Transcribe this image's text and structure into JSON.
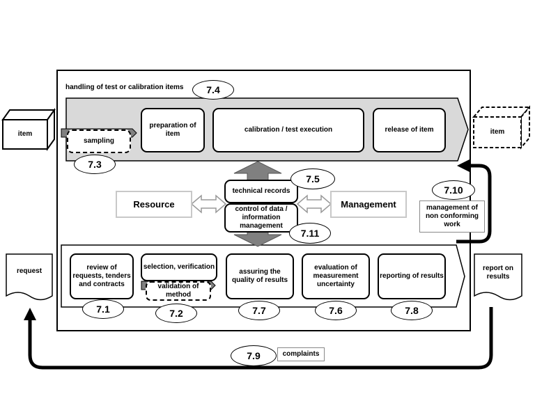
{
  "items": {
    "item_in": "item",
    "item_out": "item",
    "request": "request",
    "report": "report on results"
  },
  "handling_title": "handling of test or calibration items",
  "top_row": {
    "sampling": "sampling",
    "preparation": "preparation of item",
    "execution": "calibration / test execution",
    "release": "release of item"
  },
  "middle": {
    "resource": "Resource",
    "management": "Management",
    "technical_records": "technical records",
    "control_data": "control of data / information management",
    "nonconforming": "management of non conforming work"
  },
  "bottom_row": {
    "review": "review of requests, tenders and contracts",
    "selection": "selection, verification",
    "validation": "validation of method",
    "assuring": "assuring the quality of results",
    "evaluation": "evaluation of measurement uncertainty",
    "reporting": "reporting of results"
  },
  "complaints": "complaints",
  "clauses": {
    "c7_1": "7.1",
    "c7_2": "7.2",
    "c7_3": "7.3",
    "c7_4": "7.4",
    "c7_5": "7.5",
    "c7_6": "7.6",
    "c7_7": "7.7",
    "c7_8": "7.8",
    "c7_9": "7.9",
    "c7_10": "7.10",
    "c7_11": "7.11"
  },
  "colors": {
    "band": "#d9d9d9",
    "arrow": "#808080",
    "line": "#000000"
  }
}
